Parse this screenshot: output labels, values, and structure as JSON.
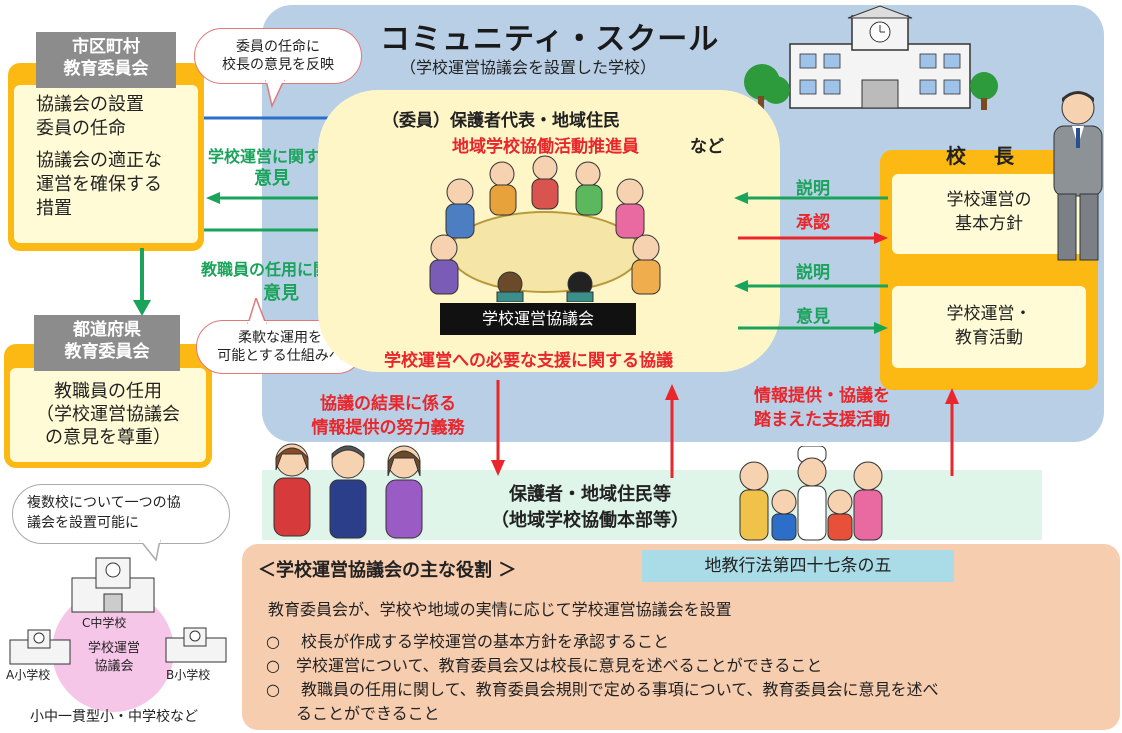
{
  "title": "コミュニティ・スクール",
  "subtitle": "（学校運営協議会を設置した学校）",
  "city_board": {
    "label_line1": "市区町村",
    "label_line2": "教育委員会",
    "item1_line1": "協議会の設置",
    "item1_line2": "委員の任命",
    "item2_line1": "協議会の適正な",
    "item2_line2": "運営を確保する",
    "item2_line3": "措置"
  },
  "pref_board": {
    "label_line1": "都道府県",
    "label_line2": "教育委員会",
    "item_line1": "教職員の任用",
    "item_line2": "（学校運営協議会",
    "item_line3": "の意見を尊重）"
  },
  "bubbles": {
    "appointment_line1": "委員の任命に",
    "appointment_line2": "校長の意見を反映",
    "flexible_line1": "柔軟な運用を",
    "flexible_line2": "可能とする仕組みへ",
    "multi_line1": "複数校について一つの協",
    "multi_line2": "議会を設置可能に"
  },
  "council": {
    "members_line1": "（委員）保護者代表・地域住民",
    "members_line2": "地域学校協働活動推進員",
    "members_suffix": "など",
    "name": "学校運営協議会",
    "role": "学校運営への必要な支援に関する協議"
  },
  "left_arrows": {
    "opinion1_line1": "学校運営に関する",
    "opinion1_line2": "意見",
    "opinion2_line1": "教職員の任用に関する",
    "opinion2_line2": "意見"
  },
  "principal": {
    "label": "校　長",
    "policy_line1": "学校運営の",
    "policy_line2": "基本方針",
    "activity_line1": "学校運営・",
    "activity_line2": "教育活動"
  },
  "right_arrows": {
    "explain1": "説明",
    "approve": "承認",
    "explain2": "説明",
    "opinion": "意見"
  },
  "lower": {
    "duty_line1": "協議の結果に係る",
    "duty_line2": "情報提供の努力義務",
    "support_line1": "情報提供・協議を",
    "support_line2": "踏まえた支援活動",
    "community_line1": "保護者・地域住民等",
    "community_line2": "（地域学校協働本部等）"
  },
  "multi_school": {
    "c_school": "C中学校",
    "a_school": "A小学校",
    "b_school": "B小学校",
    "council_line1": "学校運営",
    "council_line2": "協議会",
    "caption": "小中一貫型小・中学校など"
  },
  "roles": {
    "heading": "＜学校運営協議会の主な役割 ＞",
    "law": "地教行法第四十七条の五",
    "intro": "教育委員会が、学校や地域の実情に応じて学校運営協議会を設置",
    "item1": "○　 校長が作成する学校運営の基本方針を承認すること",
    "item2": "○　学校運営について、教育委員会又は校長に意見を述べることができること",
    "item3_line1": "○　 教職員の任用に関して、教育委員会規則で定める事項について、教育委員会に意見を述べ",
    "item3_line2": "ることができること"
  },
  "colors": {
    "green_arrow": "#1aa35a",
    "red_arrow": "#e8262b",
    "blue_arrow": "#2a6fc9",
    "orange": "#fdb913",
    "background_blue": "#b8cfe6"
  }
}
